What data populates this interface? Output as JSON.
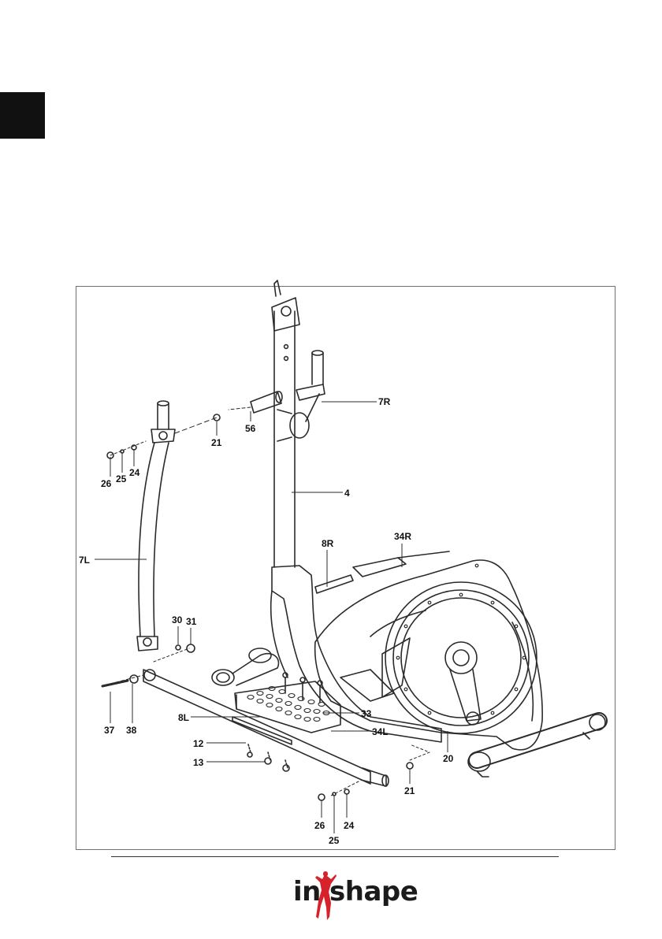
{
  "colors": {
    "ink": "#2b2b2b",
    "tab": "#111111",
    "logo_red": "#d6222a",
    "logo_text": "#1b1b1b"
  },
  "diagram": {
    "callouts": {
      "c7R": "7R",
      "c21a": "21",
      "c56": "56",
      "c26a": "26",
      "c25a": "25",
      "c24a": "24",
      "c4": "4",
      "c8R": "8R",
      "c34R": "34R",
      "c7L": "7L",
      "c30": "30",
      "c31": "31",
      "c37": "37",
      "c38": "38",
      "c8L": "8L",
      "c33": "33",
      "c34L": "34L",
      "c12": "12",
      "c13": "13",
      "c20": "20",
      "c21b": "21",
      "c26b": "26",
      "c25b": "25",
      "c24b": "24"
    }
  },
  "brand": {
    "logo_left": "in",
    "logo_right": "shape"
  }
}
